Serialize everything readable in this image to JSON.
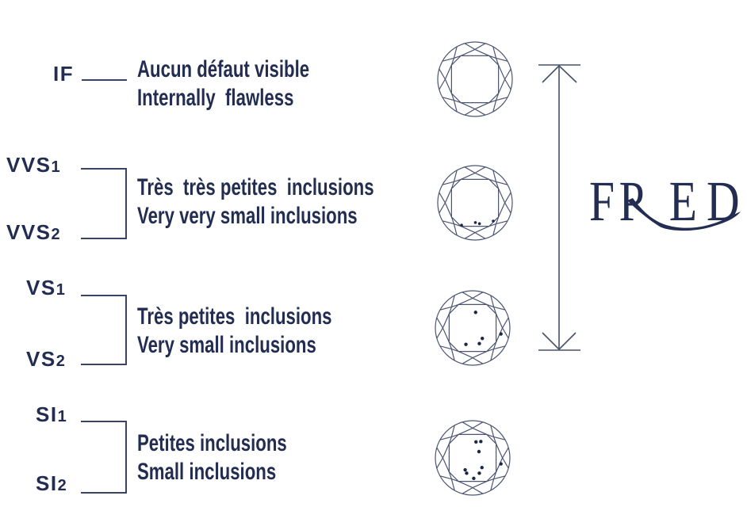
{
  "colors": {
    "ink": "#232d52",
    "line": "#3a4462",
    "facet": "#4d5572",
    "dot": "#1c2848"
  },
  "brand": {
    "name": "FRED"
  },
  "rows": [
    {
      "grades": [
        "IF"
      ],
      "fr": "Aucun défaut visible",
      "en": "Internally  flawless"
    },
    {
      "grades": [
        "VVS1",
        "VVS2"
      ],
      "fr": "Très  très petites  inclusions",
      "en": "Very very small inclusions"
    },
    {
      "grades": [
        "VS1",
        "VS2"
      ],
      "fr": "Très petites  inclusions",
      "en": "Very small inclusions"
    },
    {
      "grades": [
        "SI1",
        "SI2"
      ],
      "fr": "Petites inclusions",
      "en": "Small inclusions"
    }
  ],
  "diamonds": [
    {
      "name": "diamond-if",
      "dots": []
    },
    {
      "name": "diamond-vvs",
      "dots": [
        [
          -0.36,
          0.6
        ],
        [
          0.01,
          0.53
        ],
        [
          0.12,
          0.56
        ],
        [
          0.49,
          0.49
        ]
      ]
    },
    {
      "name": "diamond-vs",
      "dots": [
        [
          0.08,
          -0.42
        ],
        [
          0.26,
          0.28
        ],
        [
          0.76,
          0.16
        ],
        [
          -0.18,
          0.44
        ],
        [
          0.18,
          0.42
        ]
      ]
    },
    {
      "name": "diamond-si",
      "dots": [
        [
          0.09,
          -0.43
        ],
        [
          0.22,
          -0.44
        ],
        [
          0.17,
          -0.17
        ],
        [
          -0.2,
          0.32
        ],
        [
          -0.16,
          0.41
        ],
        [
          0.25,
          0.26
        ],
        [
          0.76,
          0.16
        ],
        [
          0.18,
          0.41
        ],
        [
          0.03,
          0.55
        ]
      ]
    }
  ]
}
